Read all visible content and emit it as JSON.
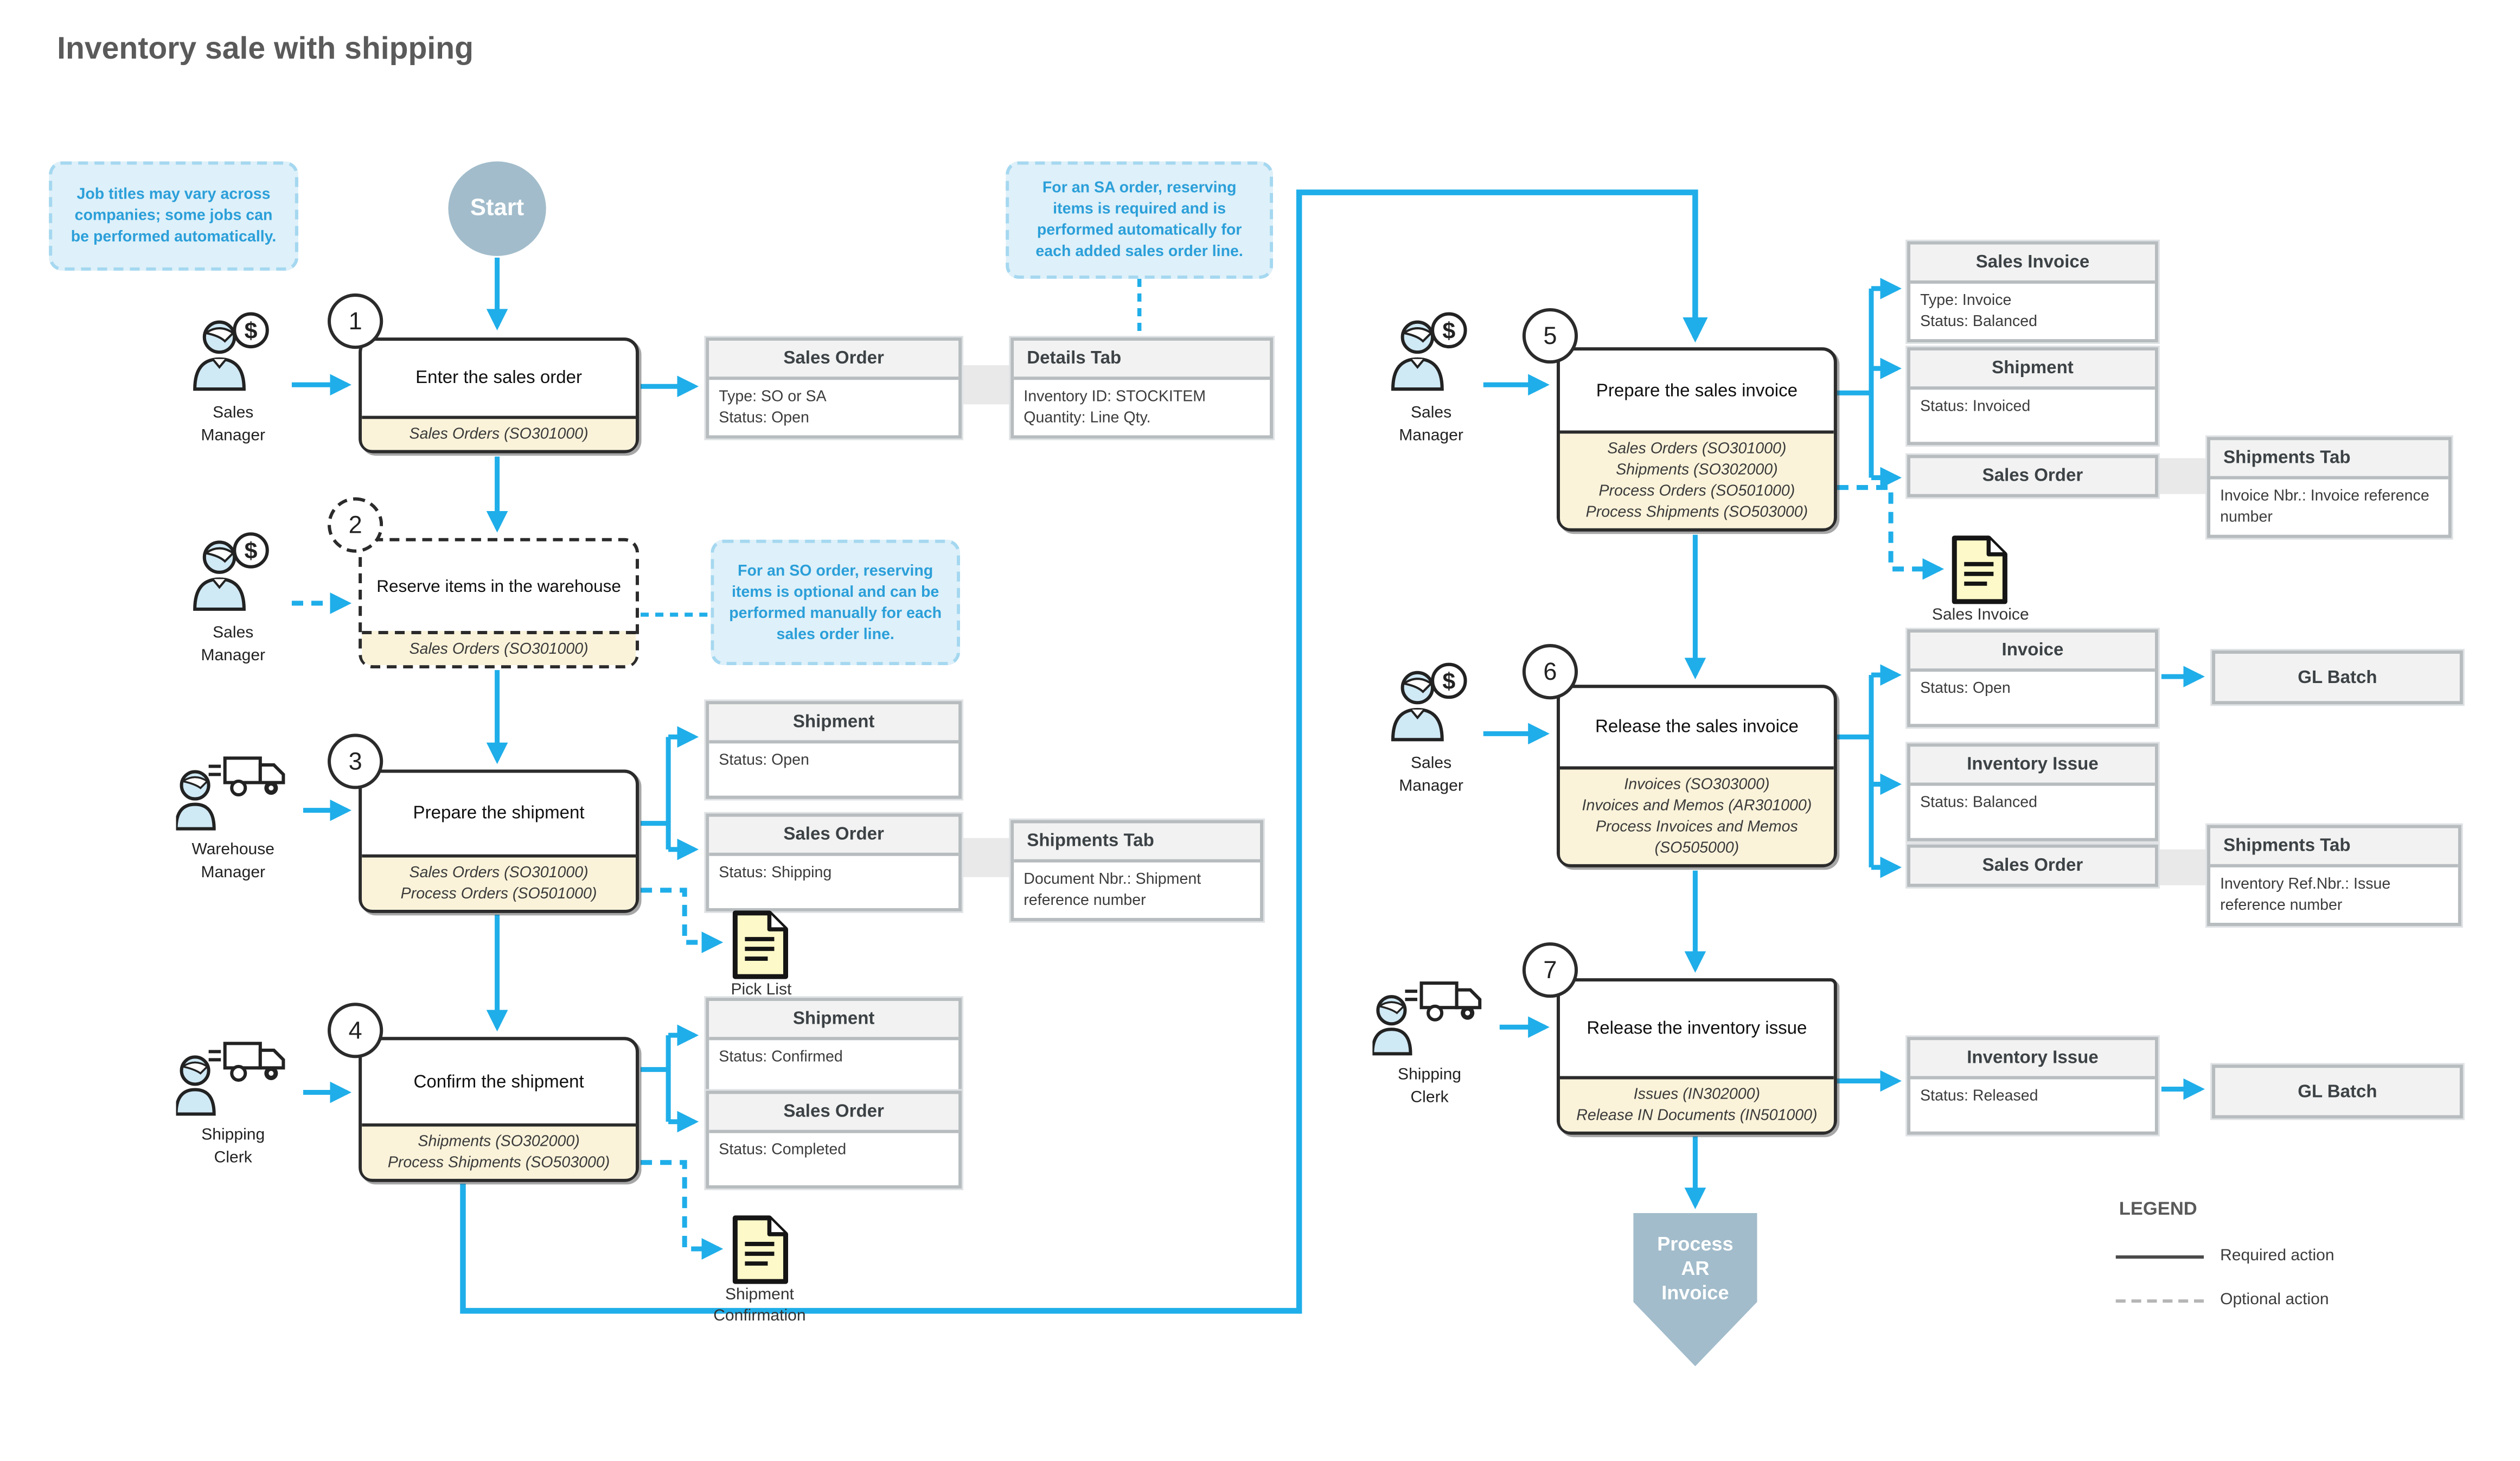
{
  "title": "Inventory sale with shipping",
  "colors": {
    "accent_blue": "#1FAEE9",
    "note_text": "#2B9FD9",
    "note_fill": "#DEF0F9",
    "terminator_fill": "#A2BCCB",
    "screens_fill": "#FAF3DA",
    "document_fill": "#FDF9C8"
  },
  "notes": {
    "job_titles": "Job titles may vary across companies; some jobs can be performed automatically.",
    "sa_order": "For an SA order, reserving items is required and is performed automatically for each added sales order line.",
    "so_order": "For an SO order, reserving items is optional and can be performed manually for each sales order line."
  },
  "terminators": {
    "start": "Start",
    "end_line1": "Process",
    "end_line2": "AR",
    "end_line3": "Invoice"
  },
  "legend": {
    "title": "LEGEND",
    "required": "Required action",
    "optional": "Optional action"
  },
  "actors": {
    "sales_manager": {
      "line1": "Sales",
      "line2": "Manager"
    },
    "warehouse_manager": {
      "line1": "Warehouse",
      "line2": "Manager"
    },
    "shipping_clerk": {
      "line1": "Shipping",
      "line2": "Clerk"
    }
  },
  "steps": [
    {
      "number": "1",
      "label": "Enter the sales order",
      "screens": [
        "Sales Orders (SO301000)"
      ]
    },
    {
      "number": "2",
      "label": "Reserve items in the warehouse",
      "screens": [
        "Sales Orders (SO301000)"
      ]
    },
    {
      "number": "3",
      "label": "Prepare the shipment",
      "screens": [
        "Sales Orders (SO301000)",
        "Process Orders (SO501000)"
      ]
    },
    {
      "number": "4",
      "label": "Confirm the shipment",
      "screens": [
        "Shipments (SO302000)",
        "Process Shipments (SO503000)"
      ]
    },
    {
      "number": "5",
      "label": "Prepare the sales invoice",
      "screens": [
        "Sales Orders (SO301000)",
        "Shipments (SO302000)",
        "Process Orders (SO501000)",
        "Process Shipments (SO503000)"
      ]
    },
    {
      "number": "6",
      "label": "Release the sales invoice",
      "screens": [
        "Invoices (SO303000)",
        "Invoices and Memos (AR301000)",
        "Process Invoices and Memos (SO505000)"
      ]
    },
    {
      "number": "7",
      "label": "Release the inventory issue",
      "screens": [
        "Issues (IN302000)",
        "Release IN Documents (IN501000)"
      ]
    }
  ],
  "entities": {
    "sales_order_1": {
      "title": "Sales Order",
      "line1": "Type: SO or SA",
      "line2": "Status: Open"
    },
    "details_tab": {
      "title": "Details Tab",
      "line1": "Inventory ID: STOCKITEM",
      "line2": "Quantity: Line Qty."
    },
    "shipment_3": {
      "title": "Shipment",
      "line1": "Status: Open"
    },
    "sales_order_3": {
      "title": "Sales Order",
      "line1": "Status: Shipping"
    },
    "shipments_tab_3": {
      "title": "Shipments Tab",
      "line1": "Document Nbr.: Shipment reference number"
    },
    "shipment_4": {
      "title": "Shipment",
      "line1": "Status: Confirmed"
    },
    "sales_order_4": {
      "title": "Sales Order",
      "line1": "Status: Completed"
    },
    "sales_invoice_5": {
      "title": "Sales Invoice",
      "line1": "Type: Invoice",
      "line2": "Status: Balanced"
    },
    "shipment_5": {
      "title": "Shipment",
      "line1": "Status: Invoiced"
    },
    "sales_order_5": {
      "title": "Sales Order"
    },
    "shipments_tab_5": {
      "title": "Shipments Tab",
      "line1": "Invoice Nbr.: Invoice reference number"
    },
    "invoice_6": {
      "title": "Invoice",
      "line1": "Status: Open"
    },
    "gl_batch_6": {
      "title": "GL Batch"
    },
    "inventory_issue_6": {
      "title": "Inventory Issue",
      "line1": "Status: Balanced"
    },
    "sales_order_6": {
      "title": "Sales Order"
    },
    "shipments_tab_6": {
      "title": "Shipments Tab",
      "line1": "Inventory Ref.Nbr.: Issue reference number"
    },
    "inventory_issue_7": {
      "title": "Inventory Issue",
      "line1": "Status: Released"
    },
    "gl_batch_7": {
      "title": "GL Batch"
    }
  },
  "documents": {
    "pick_list": {
      "label": "Pick List"
    },
    "shipment_confirmation": {
      "line1": "Shipment",
      "line2": "Confirmation"
    },
    "sales_invoice": {
      "label": "Sales Invoice"
    }
  }
}
